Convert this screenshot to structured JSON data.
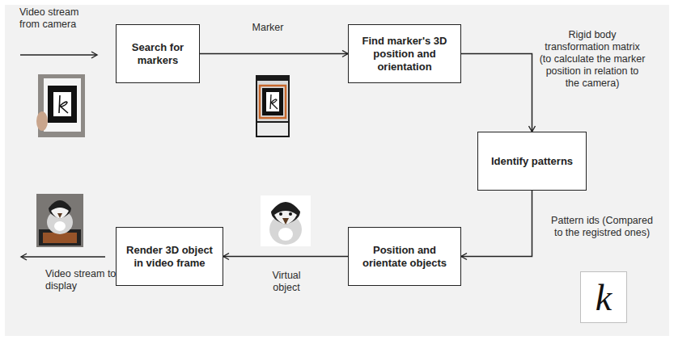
{
  "diagram": {
    "nodes": [
      {
        "text": [
          "Search for markers"
        ]
      },
      {
        "text": [
          "Find marker's 3D position and orientation"
        ]
      },
      {
        "text": [
          "Identify patterns"
        ]
      },
      {
        "text": [
          "Position and orientate objects"
        ]
      },
      {
        "text": [
          "Render 3D object in video frame"
        ]
      }
    ],
    "edges": [
      {
        "from": 0,
        "to": 1,
        "label": "Marker",
        "arrow": "to"
      },
      {
        "from": 1,
        "to": 2,
        "label": "Rigid body transformation matrix (to calculate the marker position in relation to the camera)",
        "arrow": "to"
      },
      {
        "from": 2,
        "to": 3,
        "label": "Pattern ids (Compared to the registred ones)",
        "arrow": "to"
      },
      {
        "from": 3,
        "to": 4,
        "label": "Virtual object",
        "arrow": "to"
      }
    ],
    "labels": [
      "Video stream from camera",
      "Video stream to display",
      "k"
    ]
  }
}
